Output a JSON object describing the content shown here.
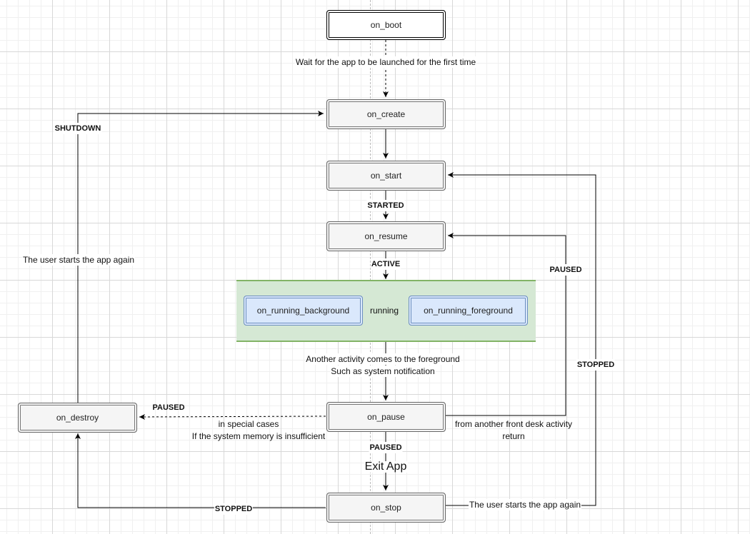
{
  "nodes": {
    "boot": "on_boot",
    "create": "on_create",
    "start": "on_start",
    "resume": "on_resume",
    "running_background": "on_running_background",
    "running_foreground": "on_running_foreground",
    "pause": "on_pause",
    "stop": "on_stop",
    "destroy": "on_destroy"
  },
  "labels": {
    "wait_first_launch": "Wait for the app to be launched for the first time",
    "started": "STARTED",
    "active": "ACTIVE",
    "running": "running",
    "another_activity_line1": "Another activity comes to the foreground",
    "another_activity_line2": "Such as system notification",
    "paused_to_destroy": "PAUSED",
    "special_cases_line1": "in special cases",
    "special_cases_line2": "If the system memory is insufficient",
    "paused_to_stop": "PAUSED",
    "exit_app": "Exit App",
    "from_front_desk_line1": "from another front desk activity",
    "from_front_desk_line2": "return",
    "paused_to_resume": "PAUSED",
    "stopped_to_start": "STOPPED",
    "user_restarts_right": "The user starts the app again",
    "stopped_to_destroy": "STOPPED",
    "shutdown": "SHUTDOWN",
    "user_restarts_left": "The user starts the app again"
  },
  "colors": {
    "node_fill": "#f5f5f5",
    "blue_fill": "#dae8fc",
    "blue_stroke": "#6c8ebf",
    "container_fill": "#d5e8d4",
    "container_stroke": "#82b366"
  }
}
